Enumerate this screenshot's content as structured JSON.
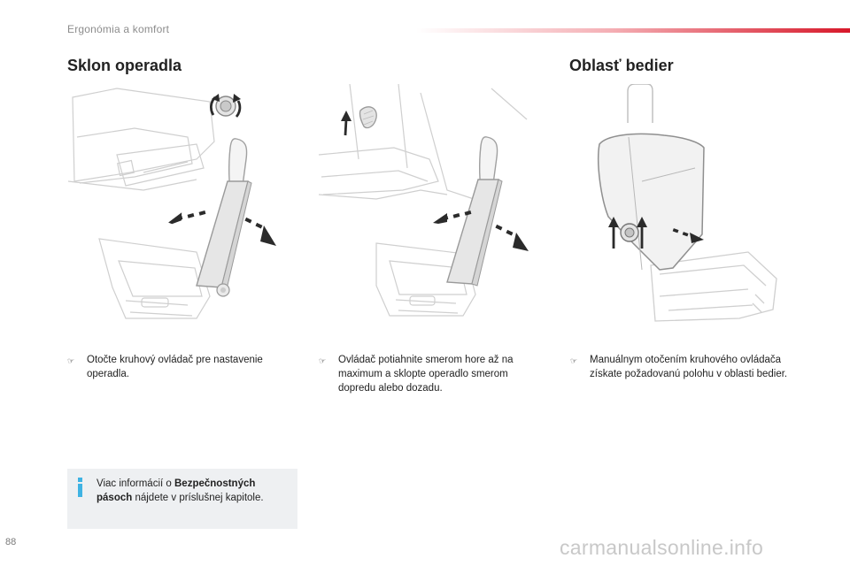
{
  "header": {
    "section": "Ergonómia a komfort",
    "accent_color": "#d7182a"
  },
  "titles": {
    "left": "Sklon operadla",
    "right": "Oblasť bedier"
  },
  "captions": {
    "c1": "Otočte kruhový ovládač pre nastavenie operadla.",
    "c2": "Ovládač potiahnite smerom hore až na maximum a sklopte operadlo smerom dopredu alebo dozadu.",
    "c3": "Manuálnym otočením kruhového ovládača získate požadovanú polohu v oblasti bedier."
  },
  "bullet_icon": "pointing-finger-icon",
  "info": {
    "icon": "info-icon",
    "text_pre": "Viac informácií o ",
    "text_bold": "Bezpečnostných pásoch",
    "text_post": " nájdete v príslušnej kapitole."
  },
  "page_number": "88",
  "watermark": "carmanualsonline.info"
}
